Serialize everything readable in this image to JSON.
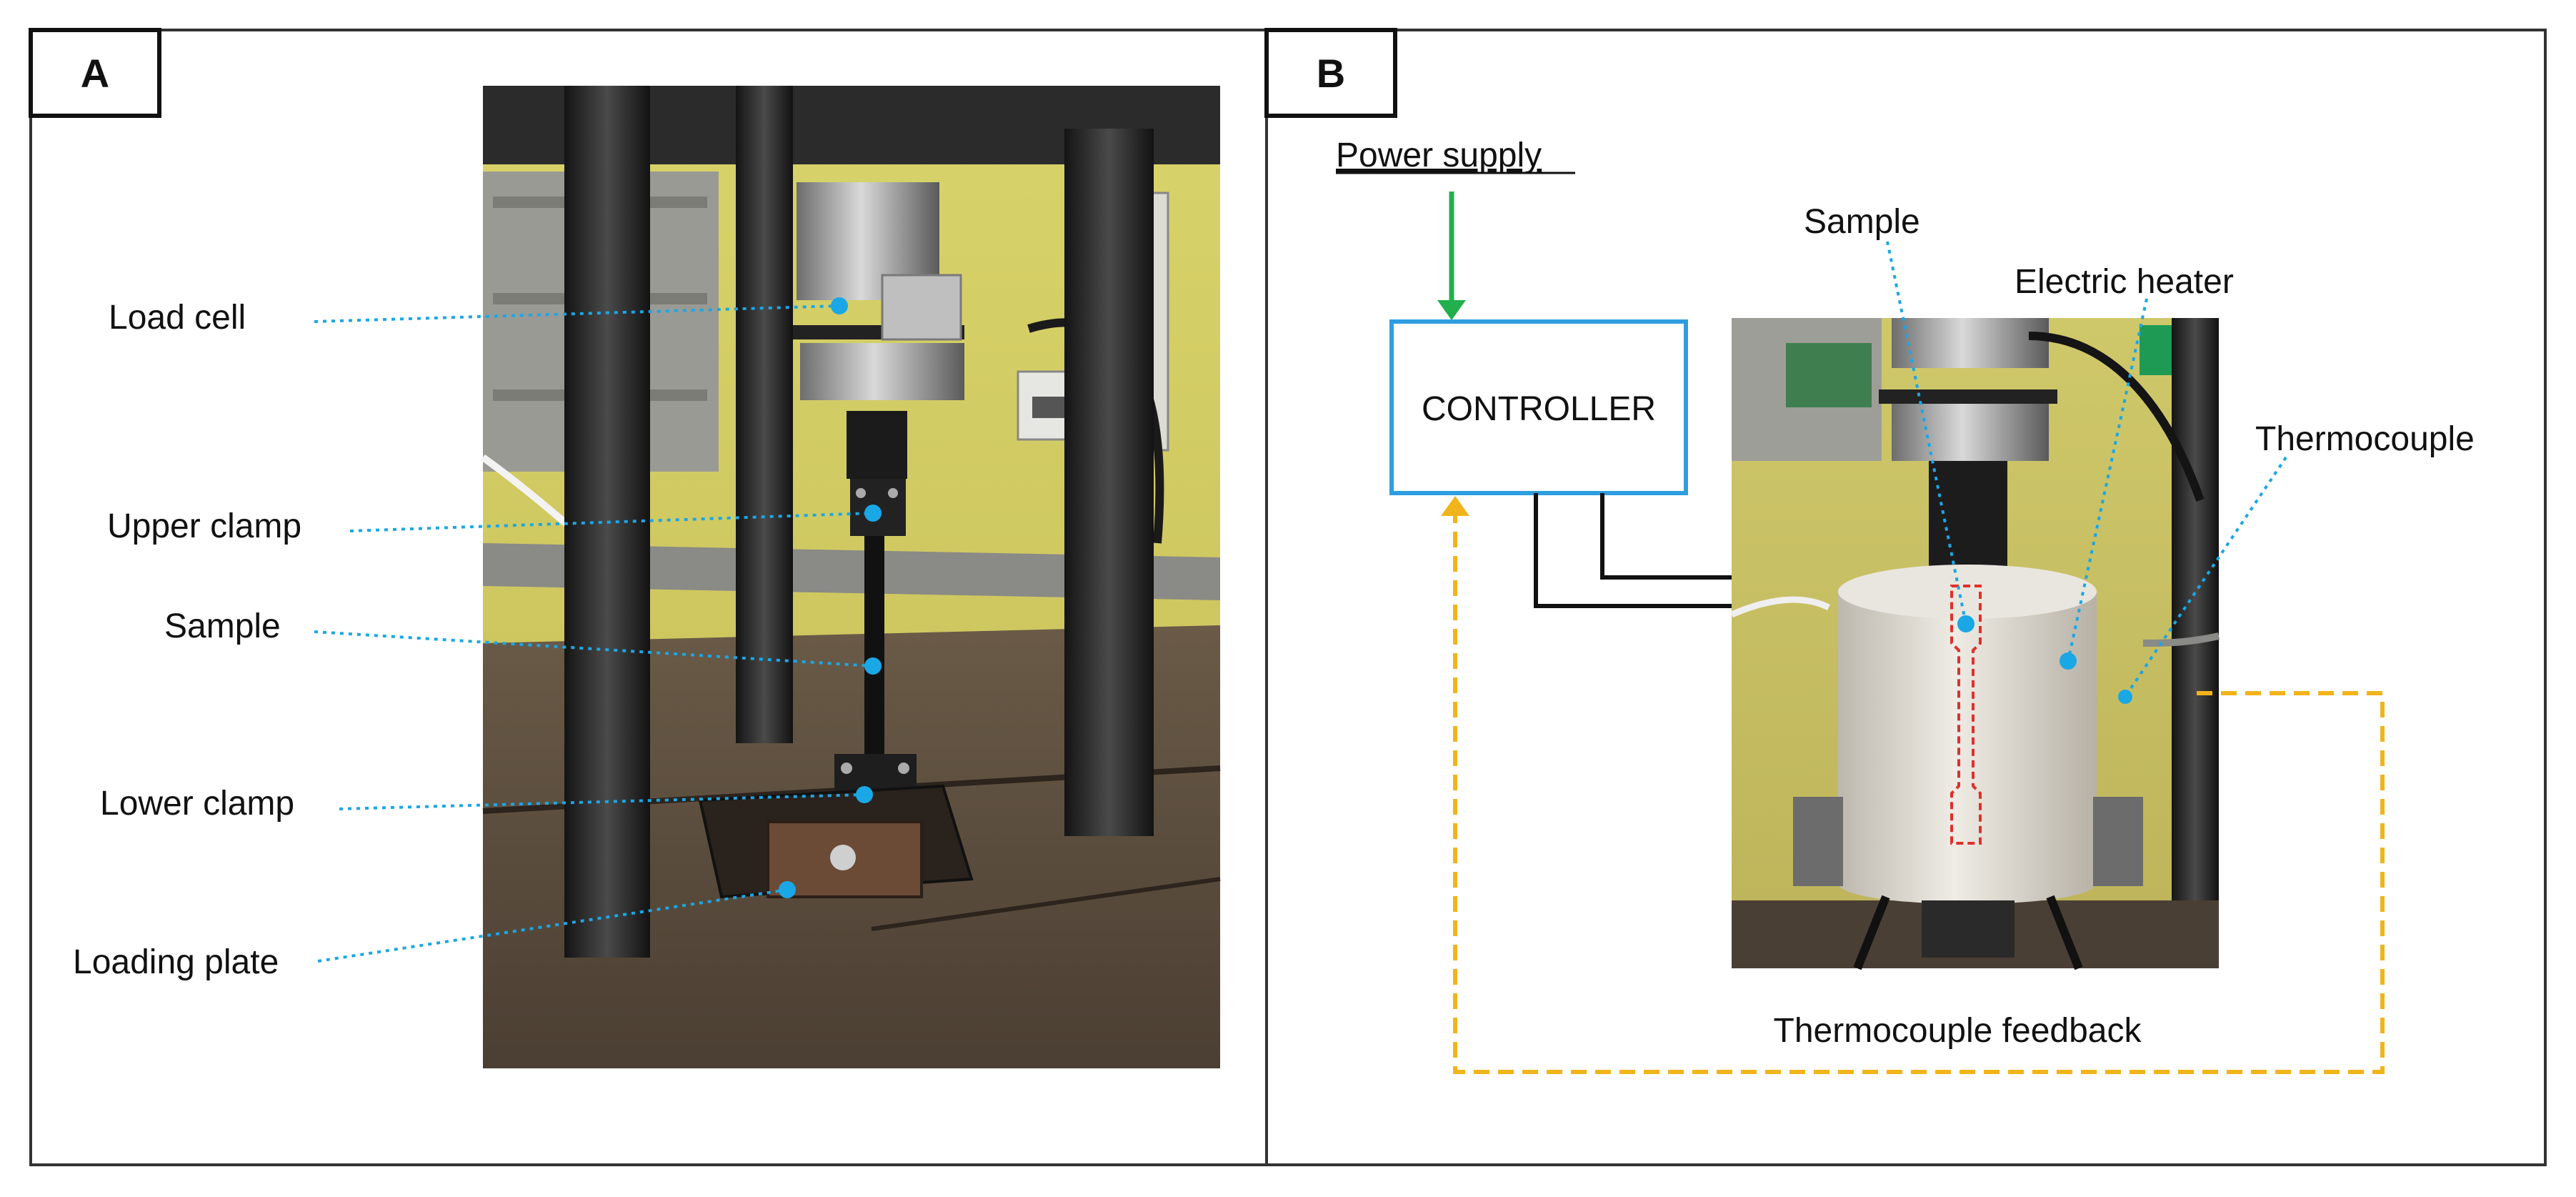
{
  "panels": {
    "a": {
      "badge": "A",
      "labels": {
        "load_cell": "Load cell",
        "upper_clamp": "Upper clamp",
        "sample": "Sample",
        "lower_clamp": "Lower clamp",
        "loading_plate": "Loading plate"
      }
    },
    "b": {
      "badge": "B",
      "power_supply": "Power supply",
      "controller": "CONTROLLER",
      "labels": {
        "sample": "Sample",
        "electric_heater": "Electric heater",
        "thermocouple": "Thermocouple",
        "feedback": "Thermocouple feedback"
      }
    }
  },
  "colors": {
    "leader": "#1aa7e6",
    "dot": "#1aa7e6",
    "controller_border": "#2d9ee0",
    "power_arrow": "#21b04b",
    "feedback": "#f2b41b",
    "sample_outline": "#e0302a",
    "frame": "#333333"
  }
}
